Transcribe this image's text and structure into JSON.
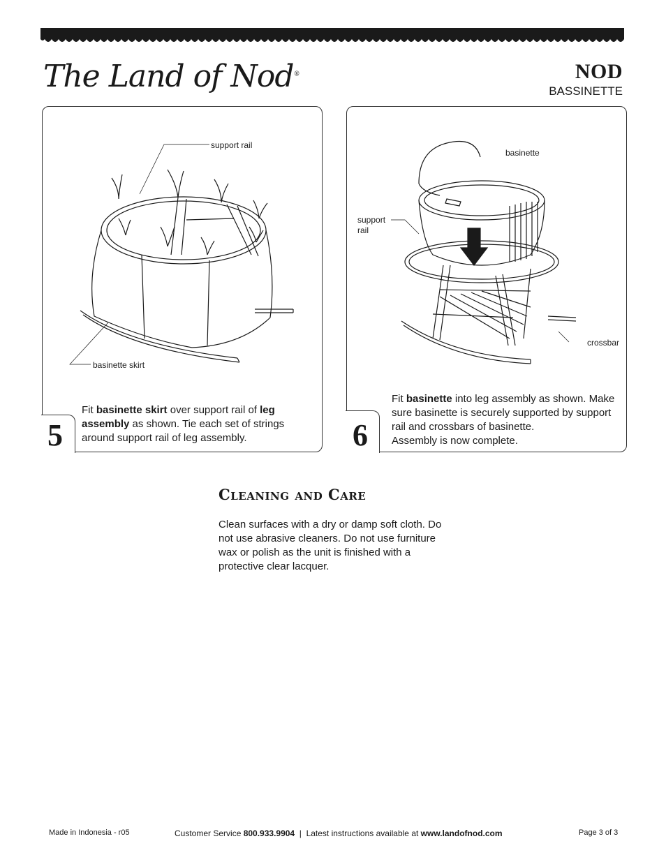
{
  "header": {
    "logo_text": "The Land of Nod",
    "logo_registered": "®",
    "brand": "NOD",
    "product": "BASSINETTE"
  },
  "step5": {
    "number": "5",
    "label_support_rail": "support rail",
    "label_basinette_skirt": "basinette skirt",
    "text_1": "Fit ",
    "text_bold_1": "basinette skirt",
    "text_2": " over support rail of ",
    "text_bold_2": "leg assembly",
    "text_3": " as shown.  Tie each set of strings around support rail of leg assembly."
  },
  "step6": {
    "number": "6",
    "label_basinette": "basinette",
    "label_support_rail": "support rail",
    "label_crossbar": "crossbar",
    "text_1": "Fit ",
    "text_bold_1": "basinette",
    "text_2": " into leg assembly as shown.  Make sure basinette is securely supported by support rail and crossbars of basinette.",
    "text_3": "Assembly is now complete."
  },
  "care": {
    "title": "Cleaning and Care",
    "body": "Clean surfaces with a dry or damp soft cloth. Do not use abrasive cleaners.  Do not use furniture wax or polish as the unit is finished with a protective clear lacquer."
  },
  "footer": {
    "origin": "Made in Indonesia - r05",
    "cs_label": "Customer Service ",
    "cs_phone": "800.933.9904",
    "separator": "  |  Latest instructions available at ",
    "website": "www.landofnod.com",
    "page": "Page 3 of 3"
  }
}
